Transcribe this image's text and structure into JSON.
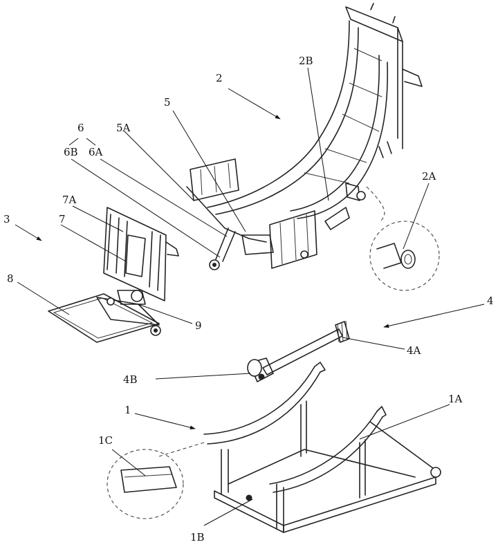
{
  "labels": {
    "l2": "2",
    "l2B": "2B",
    "l5": "5",
    "l6": "6",
    "l6B": "6B",
    "l6A": "6A",
    "l5A": "5A",
    "l2A": "2A",
    "l7A": "7A",
    "l7": "7",
    "l3": "3",
    "l8": "8",
    "l9": "9",
    "l4": "4",
    "l4A": "4A",
    "l4B": "4B",
    "l1": "1",
    "l1A": "1A",
    "l1C": "1C",
    "l1B": "1B"
  }
}
